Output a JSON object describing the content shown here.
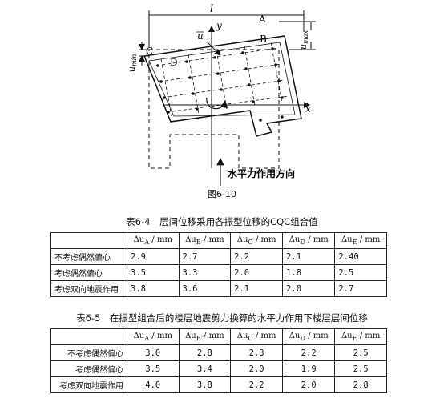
{
  "figure": {
    "labels": {
      "l": "l",
      "y": "y",
      "x": "x",
      "A": "A",
      "B": "B",
      "C": "C",
      "D": "D",
      "u_bar": "u",
      "u_min": "u",
      "u_min_sub": "min",
      "u_max": "u",
      "u_max_sub": "max",
      "force_direction": "水平力作用方向"
    },
    "caption": "图6-10"
  },
  "table4": {
    "title": "表6-4　层间位移采用各振型位移的CQC组合值",
    "headers": [
      "",
      "Δu_A / mm",
      "Δu_B / mm",
      "Δu_C / mm",
      "Δu_D / mm",
      "Δu_E / mm"
    ],
    "header_parts": [
      {
        "pre": "Δu",
        "sub": "A",
        "post": " / mm"
      },
      {
        "pre": "Δu",
        "sub": "B",
        "post": " / mm"
      },
      {
        "pre": "Δu",
        "sub": "C",
        "post": " / mm"
      },
      {
        "pre": "Δu",
        "sub": "D",
        "post": " / mm"
      },
      {
        "pre": "Δu",
        "sub": "E",
        "post": " / mm"
      }
    ],
    "rows": [
      {
        "label": "不考虑偶然偏心",
        "values": [
          "2.9",
          "2.7",
          "2.2",
          "2.1",
          "2.40"
        ]
      },
      {
        "label": "考虑偶然偏心",
        "values": [
          "3.5",
          "3.3",
          "2.0",
          "1.8",
          "2.5"
        ]
      },
      {
        "label": "考虑双向地震作用",
        "values": [
          "3.8",
          "3.6",
          "2.1",
          "2.0",
          "2.7"
        ]
      }
    ]
  },
  "table5": {
    "title": "表6-5　在振型组合后的楼层地震剪力换算的水平力作用下楼层层间位移",
    "header_parts": [
      {
        "pre": "Δu",
        "sub": "A",
        "post": " / mm"
      },
      {
        "pre": "Δu",
        "sub": "B",
        "post": " / mm"
      },
      {
        "pre": "Δu",
        "sub": "C",
        "post": " / mm"
      },
      {
        "pre": "Δu",
        "sub": "D",
        "post": " / mm"
      },
      {
        "pre": "Δu",
        "sub": "E",
        "post": " / mm"
      }
    ],
    "rows": [
      {
        "label": "不考虑偶然偏心",
        "values": [
          "3.0",
          "2.8",
          "2.3",
          "2.2",
          "2.5"
        ]
      },
      {
        "label": "考虑偶然偏心",
        "values": [
          "3.5",
          "3.4",
          "2.0",
          "1.9",
          "2.5"
        ]
      },
      {
        "label": "考虑双向地震作用",
        "values": [
          "4.0",
          "3.8",
          "2.2",
          "2.0",
          "2.8"
        ]
      }
    ]
  }
}
